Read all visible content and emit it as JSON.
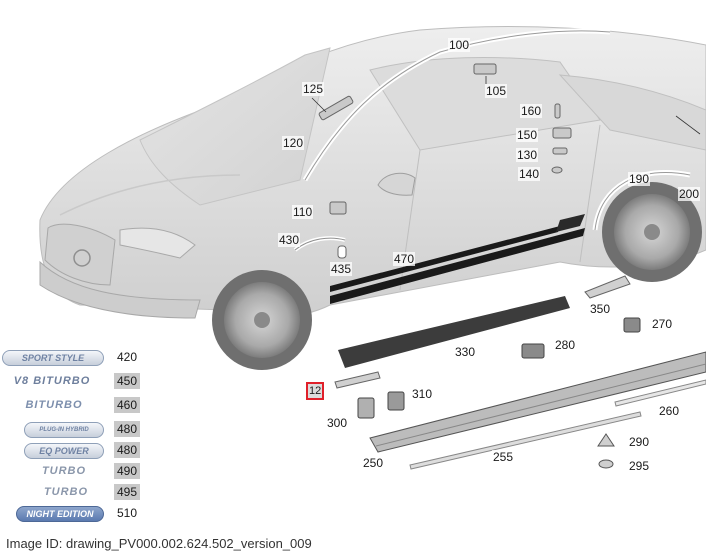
{
  "callouts": [
    {
      "label": "100",
      "name": "callout-100"
    },
    {
      "label": "105",
      "name": "callout-105"
    },
    {
      "label": "125",
      "name": "callout-125"
    },
    {
      "label": "120",
      "name": "callout-120"
    },
    {
      "label": "160",
      "name": "callout-160"
    },
    {
      "label": "150",
      "name": "callout-150"
    },
    {
      "label": "130",
      "name": "callout-130"
    },
    {
      "label": "140",
      "name": "callout-140"
    },
    {
      "label": "190",
      "name": "callout-190"
    },
    {
      "label": "200",
      "name": "callout-200"
    },
    {
      "label": "110",
      "name": "callout-110"
    },
    {
      "label": "430",
      "name": "callout-430"
    },
    {
      "label": "435",
      "name": "callout-435"
    },
    {
      "label": "470",
      "name": "callout-470"
    },
    {
      "label": "350",
      "name": "callout-350"
    },
    {
      "label": "270",
      "name": "callout-270"
    },
    {
      "label": "330",
      "name": "callout-330"
    },
    {
      "label": "280",
      "name": "callout-280"
    },
    {
      "label": "12",
      "name": "callout-12-highlighted"
    },
    {
      "label": "310",
      "name": "callout-310"
    },
    {
      "label": "300",
      "name": "callout-300"
    },
    {
      "label": "260",
      "name": "callout-260"
    },
    {
      "label": "250",
      "name": "callout-250"
    },
    {
      "label": "255",
      "name": "callout-255"
    },
    {
      "label": "290",
      "name": "callout-290"
    },
    {
      "label": "295",
      "name": "callout-295"
    }
  ],
  "emblems": [
    {
      "text": "SPORT STYLE",
      "number": "420"
    },
    {
      "text": "V8 BITURBO",
      "number": "450"
    },
    {
      "text": "BITURBO",
      "number": "460"
    },
    {
      "text": "PLUG-IN HYBRID",
      "number": "480"
    },
    {
      "text": "EQ POWER",
      "number": "480"
    },
    {
      "text": "TURBO",
      "number": "490"
    },
    {
      "text": "TURBO",
      "number": "495"
    },
    {
      "text": "NIGHT EDITION",
      "number": "510"
    }
  ],
  "footer": "Image ID: drawing_PV000.002.624.502_version_009"
}
